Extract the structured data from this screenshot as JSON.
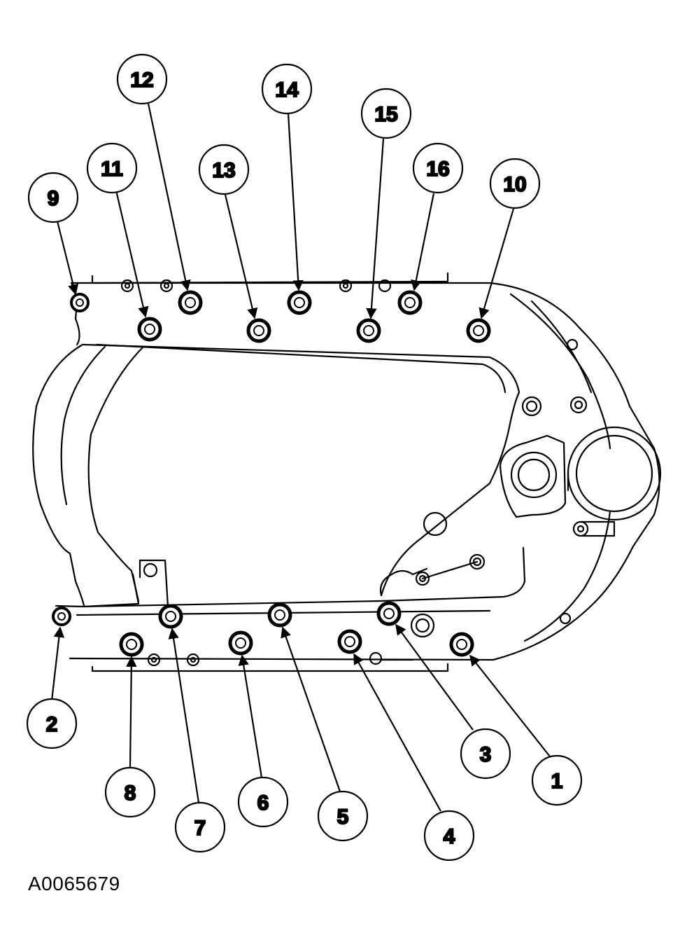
{
  "figure_code": "A0065679",
  "callouts": [
    {
      "label": "1"
    },
    {
      "label": "2"
    },
    {
      "label": "3"
    },
    {
      "label": "4"
    },
    {
      "label": "5"
    },
    {
      "label": "6"
    },
    {
      "label": "7"
    },
    {
      "label": "8"
    },
    {
      "label": "9"
    },
    {
      "label": "10"
    },
    {
      "label": "11"
    },
    {
      "label": "12"
    },
    {
      "label": "13"
    },
    {
      "label": "14"
    },
    {
      "label": "15"
    },
    {
      "label": "16"
    }
  ]
}
